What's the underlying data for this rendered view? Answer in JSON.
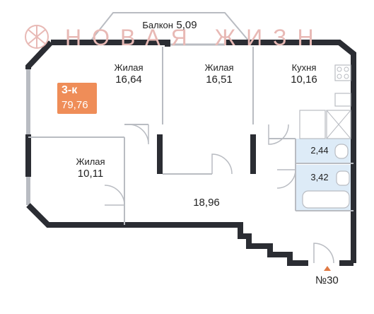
{
  "watermark": {
    "brand_text": "НОВАЯ ЖИЗНЬ",
    "colors": {
      "brand": "#e8b9b5"
    }
  },
  "apartment": {
    "rooms_label": "3-к",
    "total_area": "79,76",
    "number": "№30"
  },
  "rooms": {
    "balcony": {
      "name": "Балкон",
      "area": "5,09"
    },
    "living_1": {
      "name": "Жилая",
      "area": "16,64"
    },
    "living_2": {
      "name": "Жилая",
      "area": "16,51"
    },
    "kitchen": {
      "name": "Кухня",
      "area": "10,16"
    },
    "living_3": {
      "name": "Жилая",
      "area": "10,11"
    },
    "hall": {
      "area": "18,96"
    },
    "bath_1": {
      "area": "2,44"
    },
    "bath_2": {
      "area": "3,42"
    }
  },
  "colors": {
    "wall": "#2b2d33",
    "thin_wall": "#b9bcc2",
    "wet_zone": "#ddebf7",
    "badge": "#ef8d58",
    "entrance_marker": "#e07a45"
  }
}
